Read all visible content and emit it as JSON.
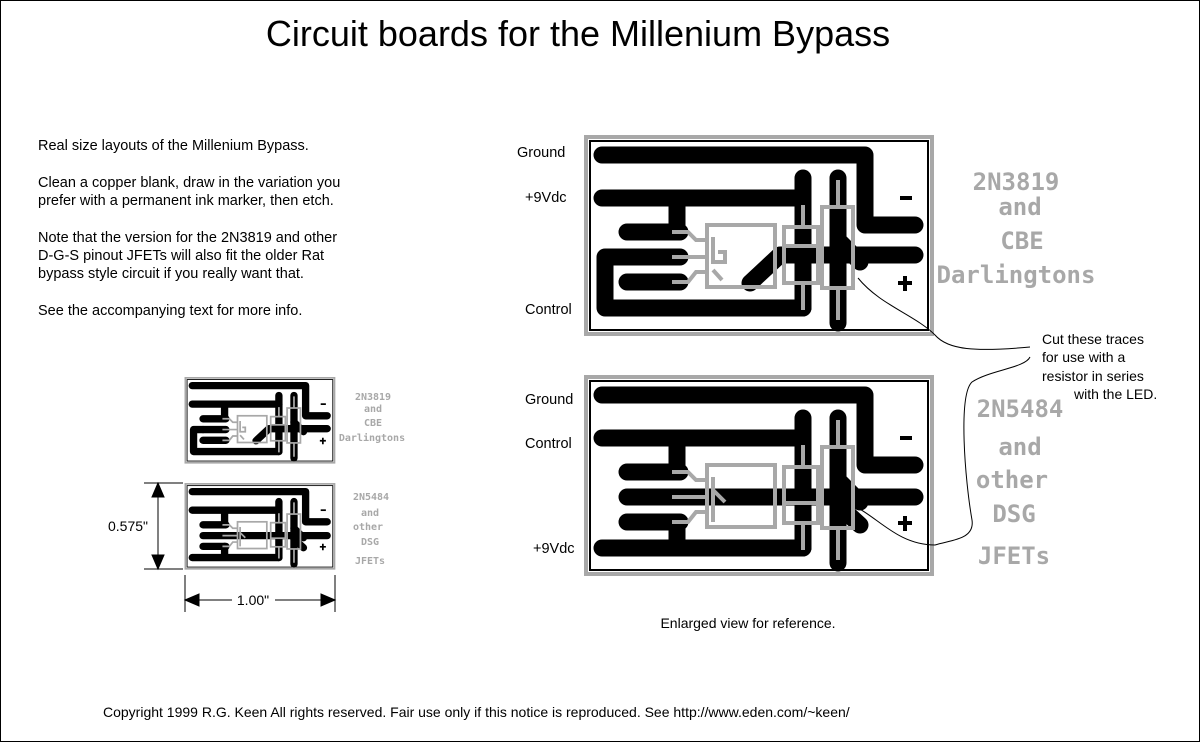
{
  "title": "Circuit boards for  the Millenium Bypass",
  "intro": [
    "Real size layouts of the Millenium Bypass.",
    "Clean a copper blank, draw in the variation you",
    "prefer with a permanent ink marker, then etch.",
    "Note that the version for the 2N3819 and other",
    "D-G-S pinout JFETs will also fit the older Rat",
    "bypass style circuit if you really want that.",
    "See the accompanying text for more info."
  ],
  "board1": {
    "labels": {
      "ground": "Ground",
      "v9": "+9Vdc",
      "control": "Control"
    },
    "part_text": [
      "2N3819",
      "and",
      "CBE",
      "Darlingtons"
    ]
  },
  "board2": {
    "labels": {
      "ground": "Ground",
      "control": "Control",
      "v9": "+9Vdc"
    },
    "part_text": [
      "2N5484",
      "and",
      "other",
      "DSG",
      "JFETs"
    ]
  },
  "polarity": {
    "minus": "−",
    "plus": "+"
  },
  "note": [
    "Cut these traces",
    "for use with a",
    "resistor in series",
    "with the LED."
  ],
  "dimensions": {
    "height": "0.575\"",
    "width": "1.00\""
  },
  "enlarged_caption": "Enlarged view for reference.",
  "copyright": "Copyright 1999 R.G. Keen All rights reserved. Fair use only if this notice is reproduced. See http://www.eden.com/~keen/"
}
